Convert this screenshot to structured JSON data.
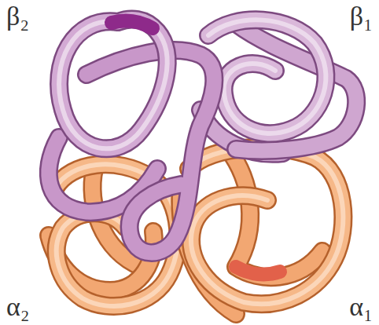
{
  "diagram": {
    "labels": [
      "β₂",
      "β₁",
      "α₂",
      "α₁"
    ]
  }
}
